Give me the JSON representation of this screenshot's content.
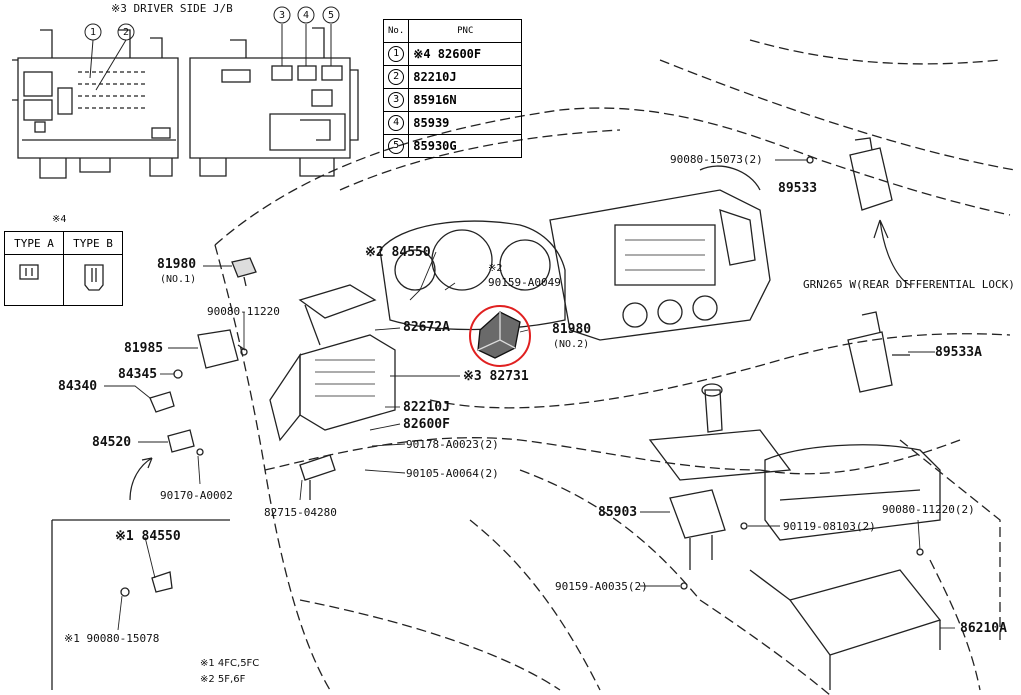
{
  "jb_title": "※3 DRIVER SIDE J/B",
  "jb_callouts": [
    "1",
    "2",
    "3",
    "4",
    "5"
  ],
  "pnc_table": {
    "header_no": "No.",
    "header_pnc": "PNC",
    "rows": [
      {
        "no": "1",
        "pnc": "※4 82600F"
      },
      {
        "no": "2",
        "pnc": "82210J"
      },
      {
        "no": "3",
        "pnc": "85916N"
      },
      {
        "no": "4",
        "pnc": "85939"
      },
      {
        "no": "5",
        "pnc": "85930G"
      }
    ]
  },
  "type_box": {
    "note": "※4",
    "type_a": "TYPE A",
    "type_b": "TYPE B"
  },
  "labels": {
    "p81980_1": "81980",
    "p81980_1_sub": "(NO.1)",
    "p90080_11220_a": "90080-11220",
    "p81985": "81985",
    "p84345": "84345",
    "p84340": "84340",
    "p84520": "84520",
    "p90170": "90170-A0002",
    "p84550_s2": "※2 84550",
    "p90159_a0049": "90159-A0049",
    "p90159_a0049_note": "※2",
    "p82672a": "82672A",
    "p81980_2": "81980",
    "p81980_2_sub": "(NO.2)",
    "p82731": "※3 82731",
    "p82210j": "82210J",
    "p82600f": "82600F",
    "p90178": "90178-A0023(2)",
    "p90105": "90105-A0064(2)",
    "p82715": "82715-04280",
    "p84550_s1": "※1 84550",
    "p90080_15078": "※1 90080-15078",
    "p90080_15073": "90080-15073(2)",
    "p89533": "89533",
    "grn265": "GRN265 W(REAR DIFFERENTIAL LOCK)",
    "p89533a": "89533A",
    "p85903": "85903",
    "p90119": "90119-08103(2)",
    "p90080_11220_b": "90080-11220(2)",
    "p90159_a0035": "90159-A0035(2)",
    "p86210a": "86210A"
  },
  "footnotes": [
    "※1 4FC,5FC",
    "※2 5F,6F"
  ],
  "highlight_color": "#e02020"
}
